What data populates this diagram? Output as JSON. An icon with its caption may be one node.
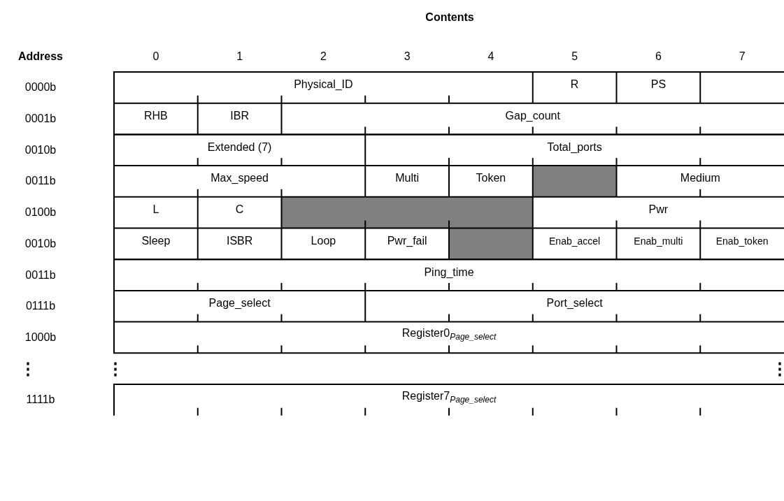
{
  "diagram": {
    "labels": [
      "Contents",
      "Address",
      "0",
      "1",
      "2",
      "3",
      "4",
      "5",
      "6",
      "7",
      "0000b",
      "Physical_ID",
      "R",
      "PS",
      "0001b",
      "RHB",
      "IBR",
      "Gap_count",
      "0010b",
      "Extended (7)",
      "Total_ports",
      "0011b",
      "Max_speed",
      "Multi",
      "Token",
      "Medium",
      "0100b",
      "L",
      "C",
      "Pwr",
      "0010b",
      "Sleep",
      "ISBR",
      "Loop",
      "Pwr_fail",
      "Enab_accel",
      "Enab_multi",
      "Enab_token",
      "0011b",
      "Ping_time",
      "0111b",
      "Page_select",
      "Port_select",
      "1000b",
      "Register0$_{Page_select}$",
      "⋮",
      "⋮",
      "⋮",
      "1111b",
      "Register7$_{Page_select}$"
    ]
  }
}
